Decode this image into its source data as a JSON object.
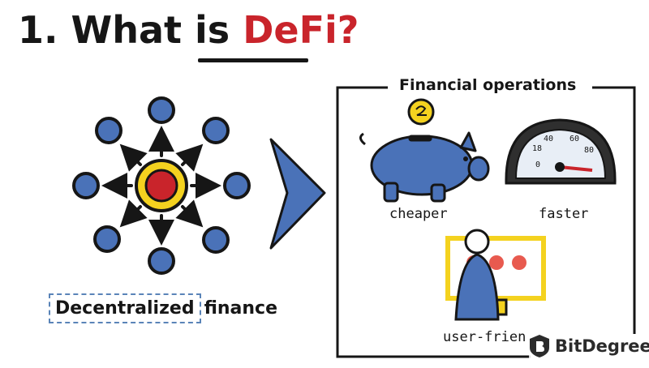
{
  "title": {
    "number": "1.",
    "lead": "What is",
    "highlight": "DeFi?"
  },
  "left": {
    "caption_boxed": "Decentralized",
    "caption_rest": "finance"
  },
  "right": {
    "panel_title": "Financial operations",
    "labels": {
      "cheaper": "cheaper",
      "faster": "faster",
      "user_friendly": "user-frien"
    },
    "speedometer_ticks": [
      "0",
      "18",
      "40",
      "60",
      "80"
    ]
  },
  "brand": {
    "name": "BitDegree"
  },
  "colors": {
    "accent_red": "#c9242b",
    "blue": "#4a72b8",
    "yellow": "#f4d21f",
    "dark": "#161616"
  }
}
